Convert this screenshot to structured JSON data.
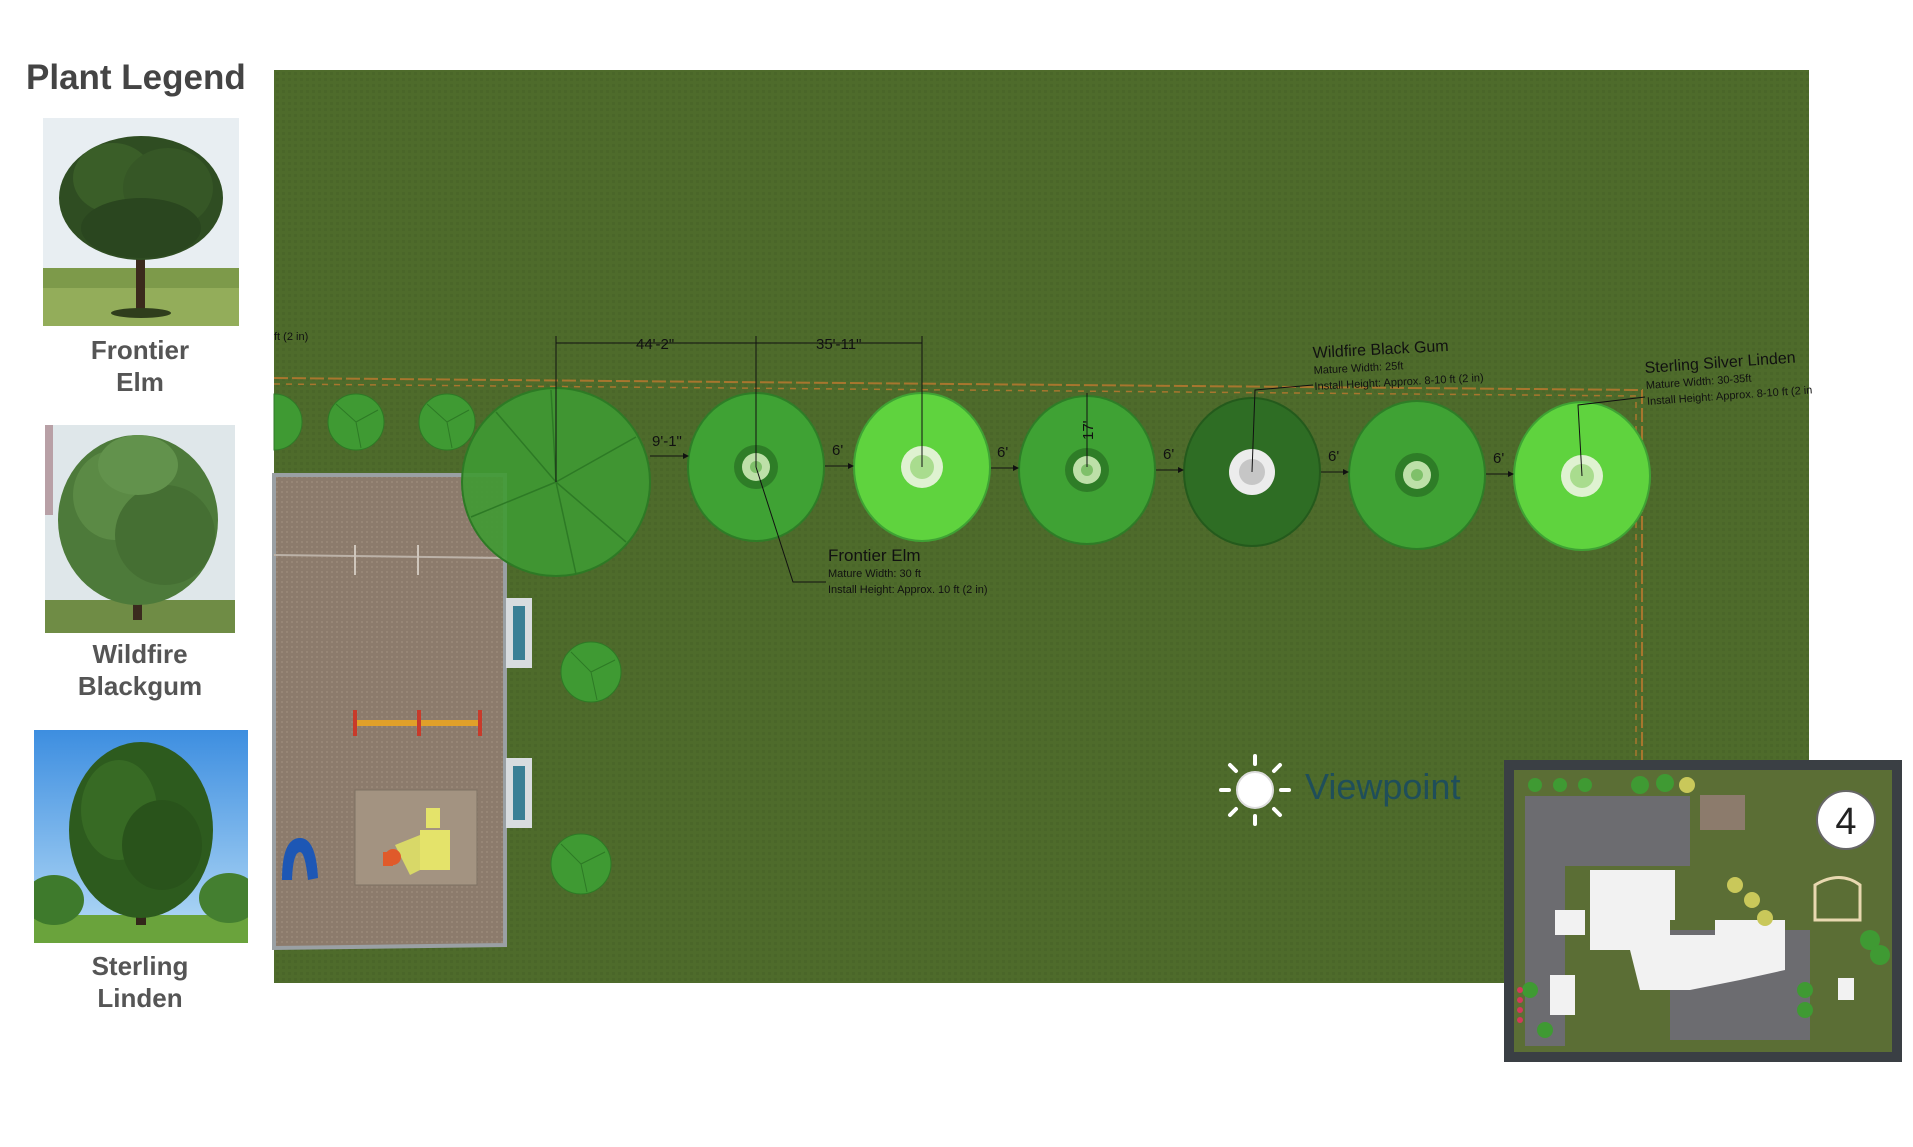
{
  "legend": {
    "title": "Plant Legend",
    "items": [
      {
        "name_line1": "Frontier",
        "name_line2": "Elm"
      },
      {
        "name_line1": "Wildfire",
        "name_line2": "Blackgum"
      },
      {
        "name_line1": "Sterling",
        "name_line2": "Linden"
      }
    ]
  },
  "plan": {
    "edge_note": "ft (2 in)",
    "dimensions": {
      "top_1": "44'-2\"",
      "top_2": "35'-11\"",
      "gap_first": "9'-1\"",
      "gap_6a": "6'",
      "gap_6b": "6'",
      "gap_6c": "6'",
      "gap_6d": "6'",
      "gap_6e": "6'",
      "vertical": "17'"
    },
    "labels": {
      "elm": {
        "title": "Frontier Elm",
        "width": "Mature Width: 30 ft",
        "height": "Install Height: Approx. 10 ft (2 in)"
      },
      "gum": {
        "title": "Wildfire Black Gum",
        "width": "Mature Width: 25ft",
        "height": "Install Height: Approx. 8-10 ft (2 in)"
      },
      "linden": {
        "title": "Sterling Silver Linden",
        "width": "Mature Width: 30-35ft",
        "height": "Install Height: Approx. 8-10 ft (2 in"
      }
    },
    "viewpoint": "Viewpoint",
    "inset_number": "4"
  },
  "colors": {
    "grass": "#4e6b2b",
    "tree_light": "#5fd33e",
    "tree_mid": "#3fa234",
    "tree_dark": "#2e6d24",
    "paving": "#8c7b6c"
  }
}
